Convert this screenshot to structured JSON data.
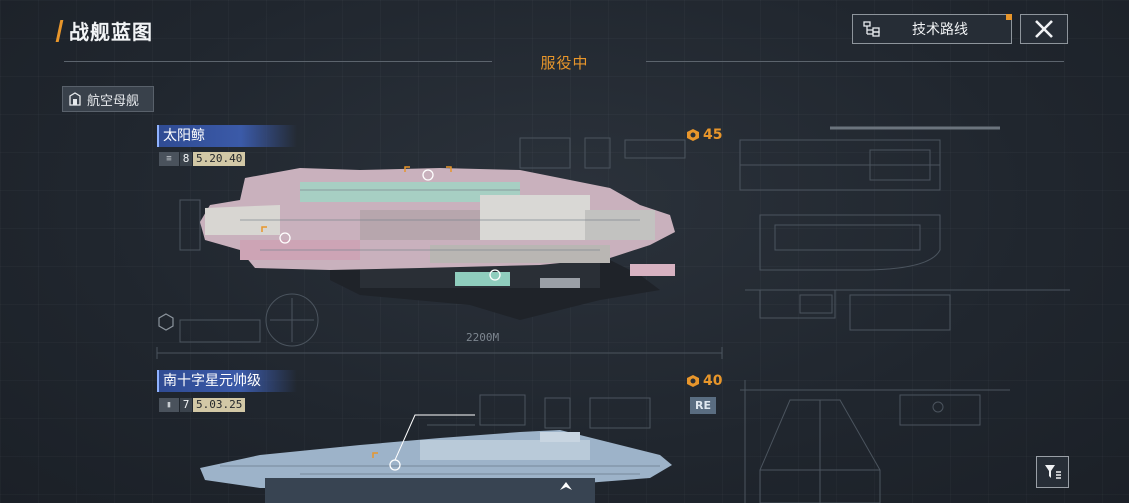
{
  "header": {
    "title": "战舰蓝图",
    "tech_route_label": "技术路线",
    "close_icon": "close-icon"
  },
  "status": {
    "text": "服役中"
  },
  "category_chip": {
    "label": "航空母舰",
    "icon": "carrier-icon"
  },
  "ships": [
    {
      "name": "太阳鲸",
      "class_icon": "rank-icon",
      "level": "8",
      "version": "5.20.40",
      "cost": "45",
      "cost_icon": "cost-icon",
      "length_label": "2200M"
    },
    {
      "name": "南十字星元帅级",
      "class_icon": "rank-icon",
      "level": "7",
      "version": "5.03.25",
      "cost": "40",
      "cost_icon": "cost-icon",
      "badge": "RE"
    }
  ],
  "filter_button": {
    "icon": "filter-icon"
  },
  "colors": {
    "accent": "#e8962b",
    "name_banner": "#3b5aa8",
    "background": "#22282f"
  }
}
